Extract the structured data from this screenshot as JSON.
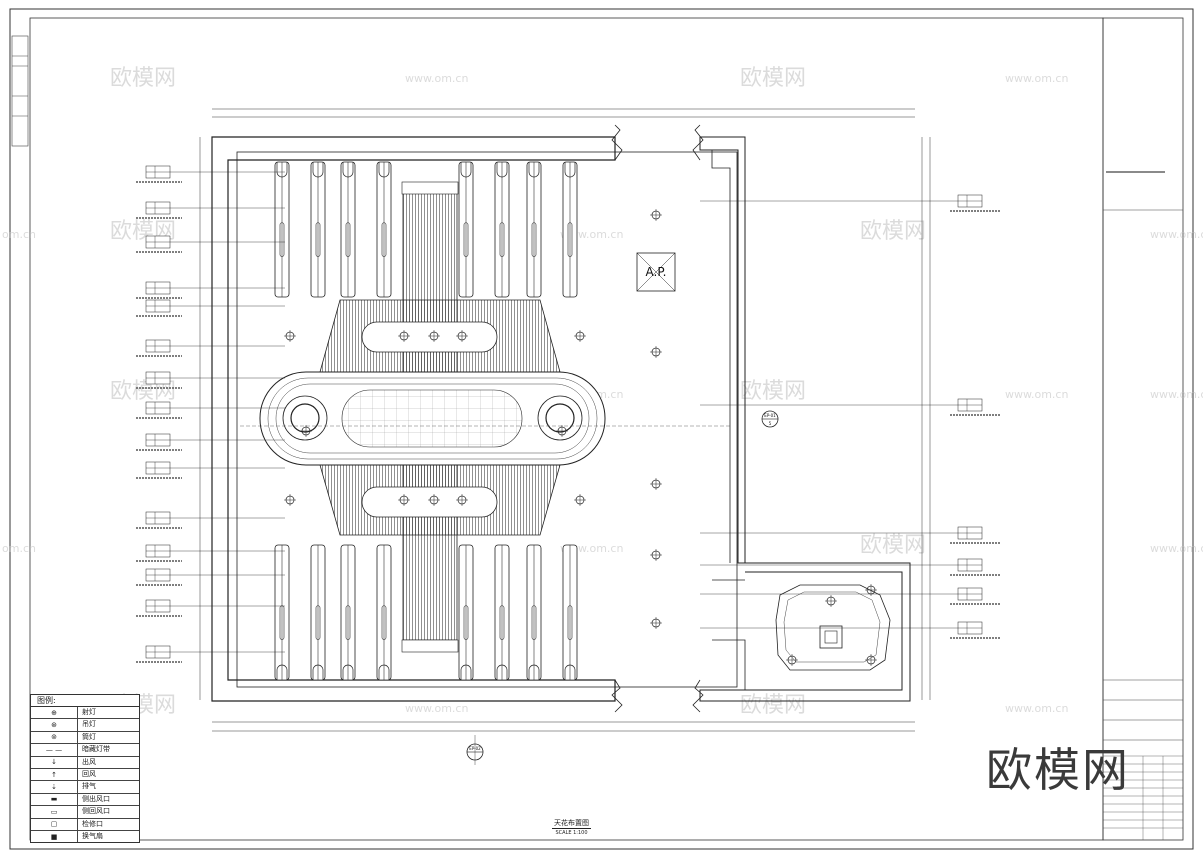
{
  "watermarks": {
    "logo_text": "欧模网",
    "url_text": "www.om.cn",
    "url_short": "om.cn"
  },
  "brand_logo": "欧模网",
  "legend": {
    "title": "图例:",
    "items": [
      {
        "symbol": "⊕",
        "label": "射灯"
      },
      {
        "symbol": "⊛",
        "label": "吊灯"
      },
      {
        "symbol": "⊚",
        "label": "筒灯"
      },
      {
        "symbol": "—  —",
        "label": "暗藏灯带"
      },
      {
        "symbol": "↓",
        "label": "出风"
      },
      {
        "symbol": "↑",
        "label": "回风"
      },
      {
        "symbol": "⇣",
        "label": "排气"
      },
      {
        "symbol": "▬",
        "label": "侧出风口"
      },
      {
        "symbol": "▭",
        "label": "侧回风口"
      },
      {
        "symbol": "▢",
        "label": "检修口"
      },
      {
        "symbol": "■",
        "label": "换气扇"
      }
    ]
  },
  "drawing_title": {
    "name": "天花布置图",
    "scale": "SCALE 1:100"
  },
  "markers": {
    "ap_label": "A.P.",
    "section_ref_top": "EP-01",
    "section_ref_bottom": "EP-02",
    "section_num": "5"
  },
  "colors": {
    "line": "#222222",
    "frame": "#333333",
    "hatch": "#444444",
    "watermark": "#bfbfbf"
  }
}
